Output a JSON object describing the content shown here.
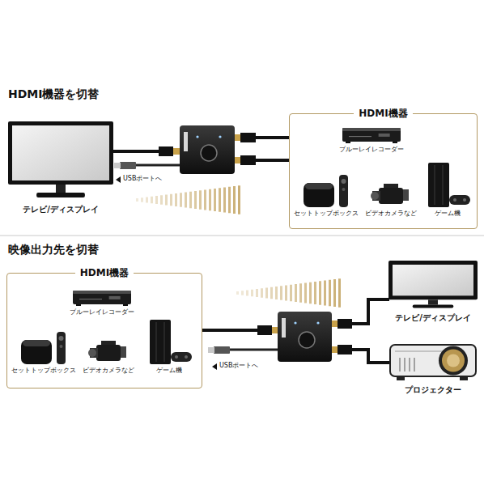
{
  "diagram": {
    "nodes": [
      {
        "text": [
          "テレビ/ディスプレイ"
        ]
      },
      {
        "text": [
          "HDMI機器"
        ]
      },
      {
        "text": [
          "ブルーレイレコーダー"
        ],
        "in": 1
      },
      {
        "text": [
          "セットトップボックス"
        ],
        "in": 1
      },
      {
        "text": [
          "ビデオカメラなど"
        ],
        "in": 1
      },
      {
        "text": [
          "ゲーム機"
        ],
        "in": 1
      },
      {
        "text": [
          "HDMI機器"
        ]
      },
      {
        "text": [
          "ブルーレイレコーダー"
        ],
        "in": 6
      },
      {
        "text": [
          "セットトップボックス"
        ],
        "in": 6
      },
      {
        "text": [
          "ビデオカメラなど"
        ],
        "in": 6
      },
      {
        "text": [
          "ゲーム機"
        ],
        "in": 6
      },
      {
        "text": [
          "テレビ/ディスプレイ"
        ]
      },
      {
        "text": [
          "プロジェクター"
        ]
      }
    ],
    "labels": [
      "HDMI機器を切替",
      "USBポートへ",
      "映像出力先を切替",
      "USBポートへ"
    ]
  }
}
